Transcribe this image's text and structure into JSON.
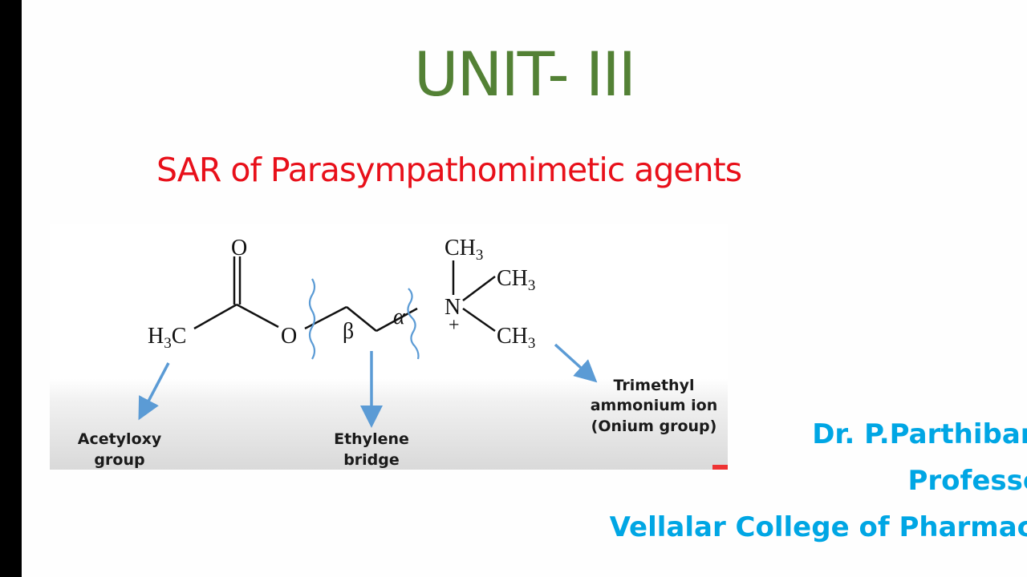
{
  "slide": {
    "title": "UNIT- III",
    "subtitle": "SAR of Parasympathomimetic agents",
    "title_color": "#538135",
    "subtitle_color": "#e8101a"
  },
  "diagram": {
    "atoms": {
      "o_carbonyl": "O",
      "h3c": "H",
      "h3c_sub": "3",
      "h3c_c": "C",
      "o_ester": "O",
      "beta": "β",
      "alpha": "α",
      "n": "N",
      "plus": "+",
      "ch3_top": "CH",
      "ch3_mid": "CH",
      "ch3_bot": "CH",
      "sub3": "3"
    },
    "labels": {
      "acetyloxy_1": "Acetyloxy",
      "acetyloxy_2": "group",
      "ethylene_1": "Ethylene",
      "ethylene_2": "bridge",
      "onium_1": "Trimethyl",
      "onium_2": "ammonium ion",
      "onium_3": "(Onium group)"
    },
    "arrow_color": "#5b9bd5"
  },
  "author": {
    "name": "Dr. P.Parthiban",
    "title": "Professor",
    "institution": "Vellalar College of Pharmacy",
    "color": "#00a6e4"
  }
}
